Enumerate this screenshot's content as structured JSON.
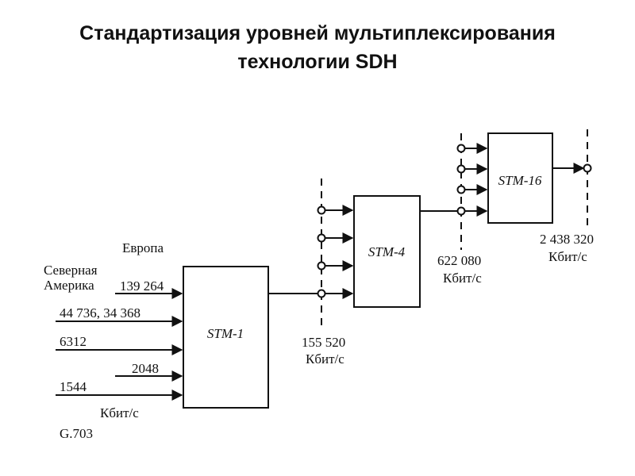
{
  "title": {
    "line1": "Стандартизация уровней мультиплексирования",
    "line2": "технологии SDH"
  },
  "diagram": {
    "blocks": {
      "stm1": "STM-1",
      "stm4": "STM-4",
      "stm16": "STM-16"
    },
    "labels": {
      "europe": "Европа",
      "north_america_1": "Северная",
      "north_america_2": "Америка",
      "rate_139264": "139 264",
      "rate_44736": "44 736, 34 368",
      "rate_6312": "6312",
      "rate_2048": "2048",
      "rate_1544": "1544",
      "units_input": "Кбит/с",
      "standard": "G.703",
      "rate_155520": "155 520",
      "units_stm1": "Кбит/с",
      "rate_622080": "622 080",
      "units_stm4": "Кбит/с",
      "rate_2438320": "2 438 320",
      "units_stm16": "Кбит/с"
    }
  }
}
